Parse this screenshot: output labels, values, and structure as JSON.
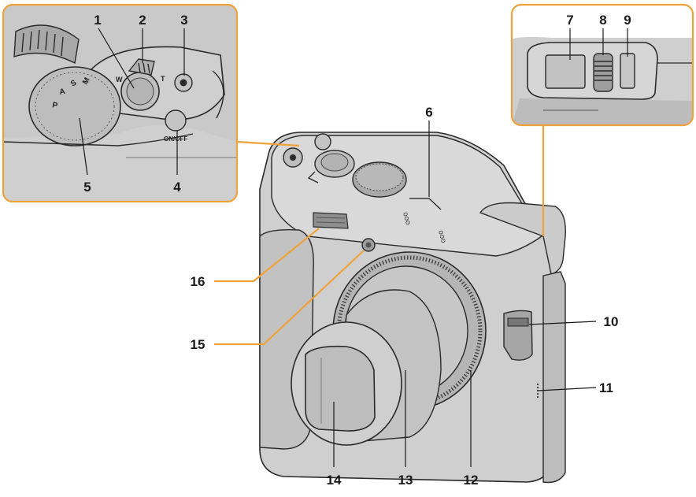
{
  "labels": {
    "n1": "1",
    "n2": "2",
    "n3": "3",
    "n4": "4",
    "n5": "5",
    "n6": "6",
    "n7": "7",
    "n8": "8",
    "n9": "9",
    "n10": "10",
    "n11": "11",
    "n12": "12",
    "n13": "13",
    "n14": "14",
    "n15": "15",
    "n16": "16"
  },
  "top_inset": {
    "zoom_w": "W",
    "zoom_t": "T",
    "power_label": "ON/OFF",
    "mode_letters": [
      "M",
      "S",
      "A",
      "P"
    ]
  },
  "colors": {
    "callout": "#f0a23a",
    "body_grey": "#cfcfcf",
    "outline": "#2a2a2a"
  }
}
